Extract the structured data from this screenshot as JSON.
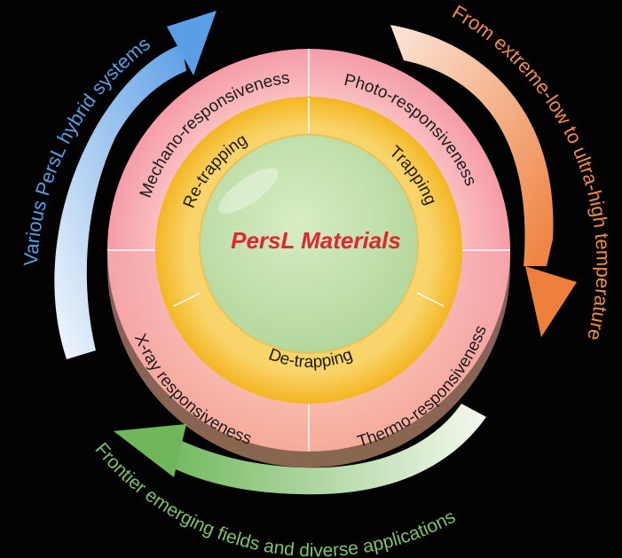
{
  "center": {
    "title": "PersL Materials",
    "title_color": "#e0262e"
  },
  "outer_ring": {
    "labels": {
      "photo": "Photo-responsiveness",
      "thermo": "Thermo-responsiveness",
      "xray": "X-ray responsiveness",
      "mechano": "Mechano-responsiveness"
    },
    "color": "#f7a5ad"
  },
  "inner_ring": {
    "labels": {
      "trapping": "Trapping",
      "detrapping": "De-trapping",
      "retrapping": "Re-trapping"
    },
    "color": "#f8c52d"
  },
  "arrows": {
    "top_right": {
      "label": "From extreme-low to ultra-high temperature",
      "color": "#f08c4a"
    },
    "bottom": {
      "label": "Frontier emerging fields and diverse applications",
      "color": "#7fc36a"
    },
    "left": {
      "label": "Various PersL hybrid systems",
      "color": "#5a9ee6"
    }
  }
}
